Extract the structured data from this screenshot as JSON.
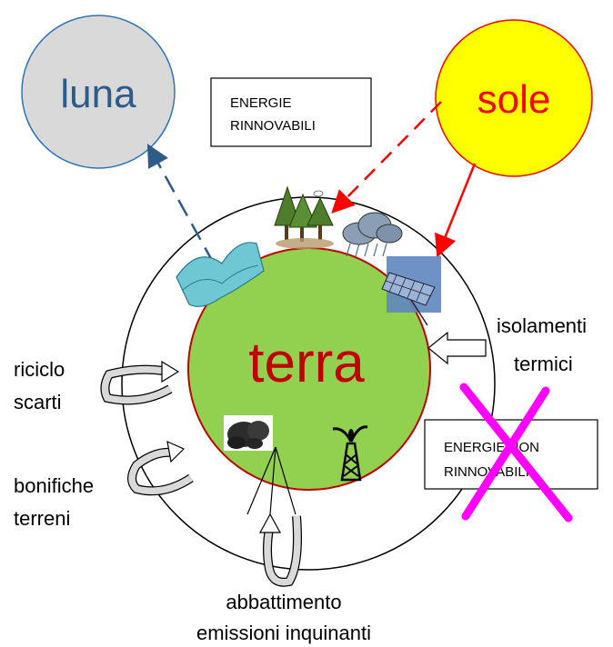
{
  "moon": {
    "label": "luna"
  },
  "sun": {
    "label": "sole"
  },
  "earth": {
    "label": "terra"
  },
  "renewables_box": {
    "line1": "ENERGIE",
    "line2": "RINNOVABILI"
  },
  "nonrenewables_box": {
    "line1": "ENERGIE NON",
    "line2": "RINNOVABILI"
  },
  "insulation": {
    "line1": "isolamenti",
    "line2": "termici"
  },
  "recycling": {
    "line1": "riciclo",
    "line2": "scarti"
  },
  "remediation": {
    "line1": "bonifiche",
    "line2": "terreni"
  },
  "emissions": {
    "line1": "abbattimento",
    "line2": "emissioni inquinanti"
  },
  "colors": {
    "moon_fill": "#d9d9d9",
    "moon_stroke": "#2e75b6",
    "moon_text": "#2e5c8a",
    "sun_fill": "#ffff00",
    "sun_stroke": "#ff0000",
    "sun_text": "#ff0000",
    "earth_fill": "#92d050",
    "earth_stroke": "#c00000",
    "earth_text": "#c00000",
    "cross": "#ff00ff",
    "blue_arrow": "#2e5c8a",
    "red_arrow": "#ff0000"
  },
  "icons": [
    "forest-icon",
    "raincloud-icon",
    "solar-panel-icon",
    "wave-icon",
    "coal-icon",
    "oil-well-icon"
  ]
}
